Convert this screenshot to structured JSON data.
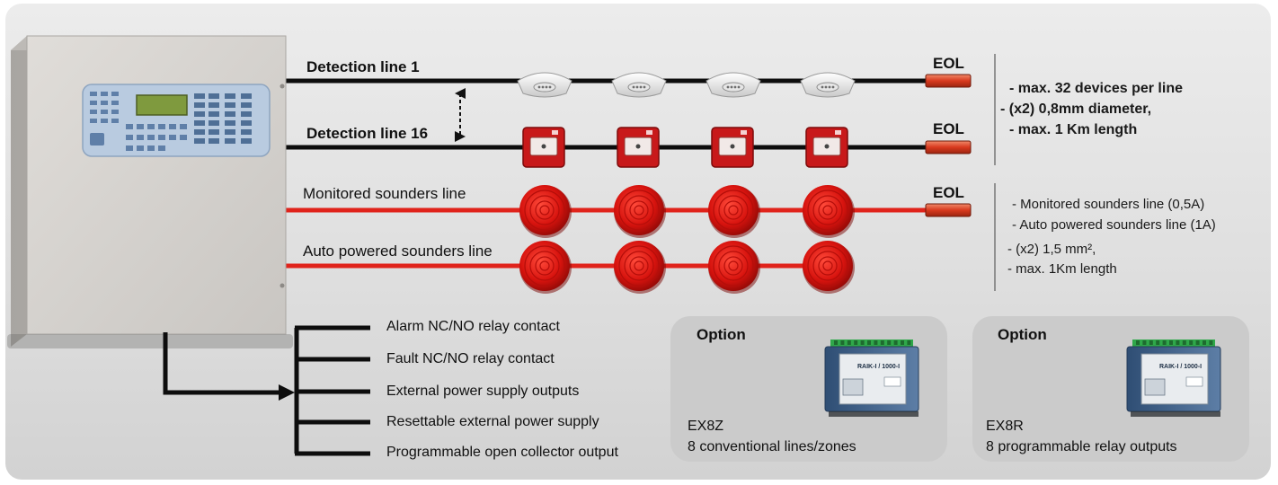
{
  "detection_lines": {
    "first_label": "Detection line 1",
    "last_label": "Detection line 16"
  },
  "sounder_lines": {
    "monitored_label": "Monitored sounders line",
    "auto_label": "Auto powered sounders line"
  },
  "eol_label": "EOL",
  "detection_notes": [
    "- max. 32 devices per line",
    "- (x2) 0,8mm diameter,",
    "- max. 1 Km length"
  ],
  "sounder_notes": [
    "- Monitored sounders line (0,5A)",
    "- Auto powered sounders line (1A)",
    "- (x2) 1,5 mm²,",
    "- max. 1Km length"
  ],
  "outputs": [
    "Alarm NC/NO relay contact",
    "Fault NC/NO relay contact",
    "External power supply outputs",
    "Resettable external power supply",
    "Programmable open collector output"
  ],
  "options": [
    {
      "title": "Option",
      "code": "EX8Z",
      "description": "8 conventional lines/zones",
      "module_text": "RAIK-I / 1000-I"
    },
    {
      "title": "Option",
      "code": "EX8R",
      "description": "8 programmable relay outputs",
      "module_text": "RAIK-I / 1000-I"
    }
  ],
  "colors": {
    "detection_wire": "#0d0d0d",
    "sounder_wire": "#e0231b",
    "sounder_body": "#d7130e",
    "callpoint_body": "#c8191a",
    "panel_body": "#d2cfcb",
    "panel_face": "#b9cbe0",
    "lcd": "#7f9a3e",
    "eol": "#d8391e",
    "module_body": "#3f5f84"
  },
  "icons": [
    "smoke-detector-icon",
    "manual-call-point-icon",
    "sounder-icon",
    "eol-resistor-icon",
    "control-panel-icon",
    "relay-module-icon"
  ]
}
